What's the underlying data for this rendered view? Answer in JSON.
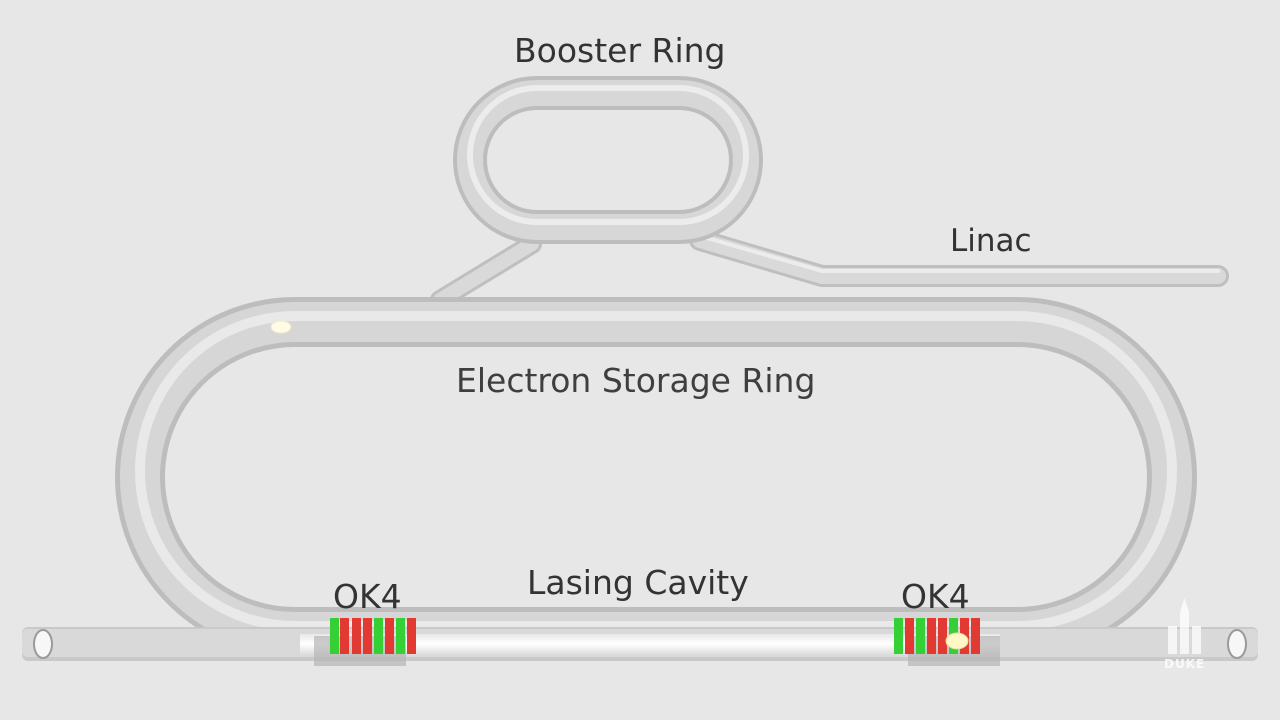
{
  "labels": {
    "booster_ring": "Booster Ring",
    "linac": "Linac",
    "electron_storage_ring": "Electron Storage Ring",
    "lasing_cavity": "Lasing Cavity",
    "ok4_left": "OK4",
    "ok4_right": "OK4"
  },
  "watermark": {
    "text": "DUKE",
    "icon": "chapel-logo-icon"
  },
  "colors": {
    "background": "#e7e7e7",
    "tube": "#d6d6d6",
    "tube_edge": "#bdbdbd",
    "magnet_green": "#35d035",
    "magnet_red": "#e23a32",
    "text": "#333333"
  }
}
